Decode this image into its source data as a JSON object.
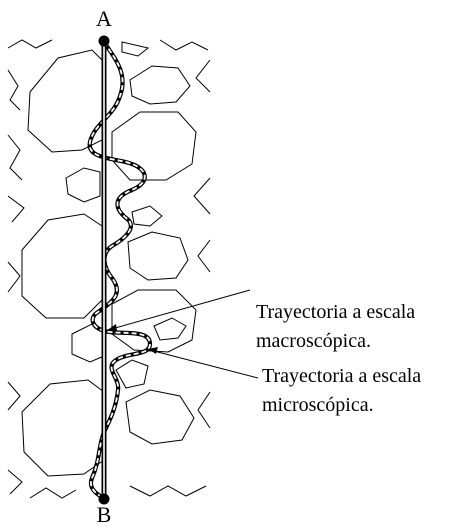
{
  "points": {
    "start": "A",
    "end": "B"
  },
  "labels": {
    "macro_line1": "Trayectoria a escala",
    "macro_line2": "macroscópica.",
    "micro_line1": "Trayectoria a escala",
    "micro_line2": "microscópica."
  },
  "colors": {
    "ink": "#000000",
    "background": "#ffffff"
  }
}
